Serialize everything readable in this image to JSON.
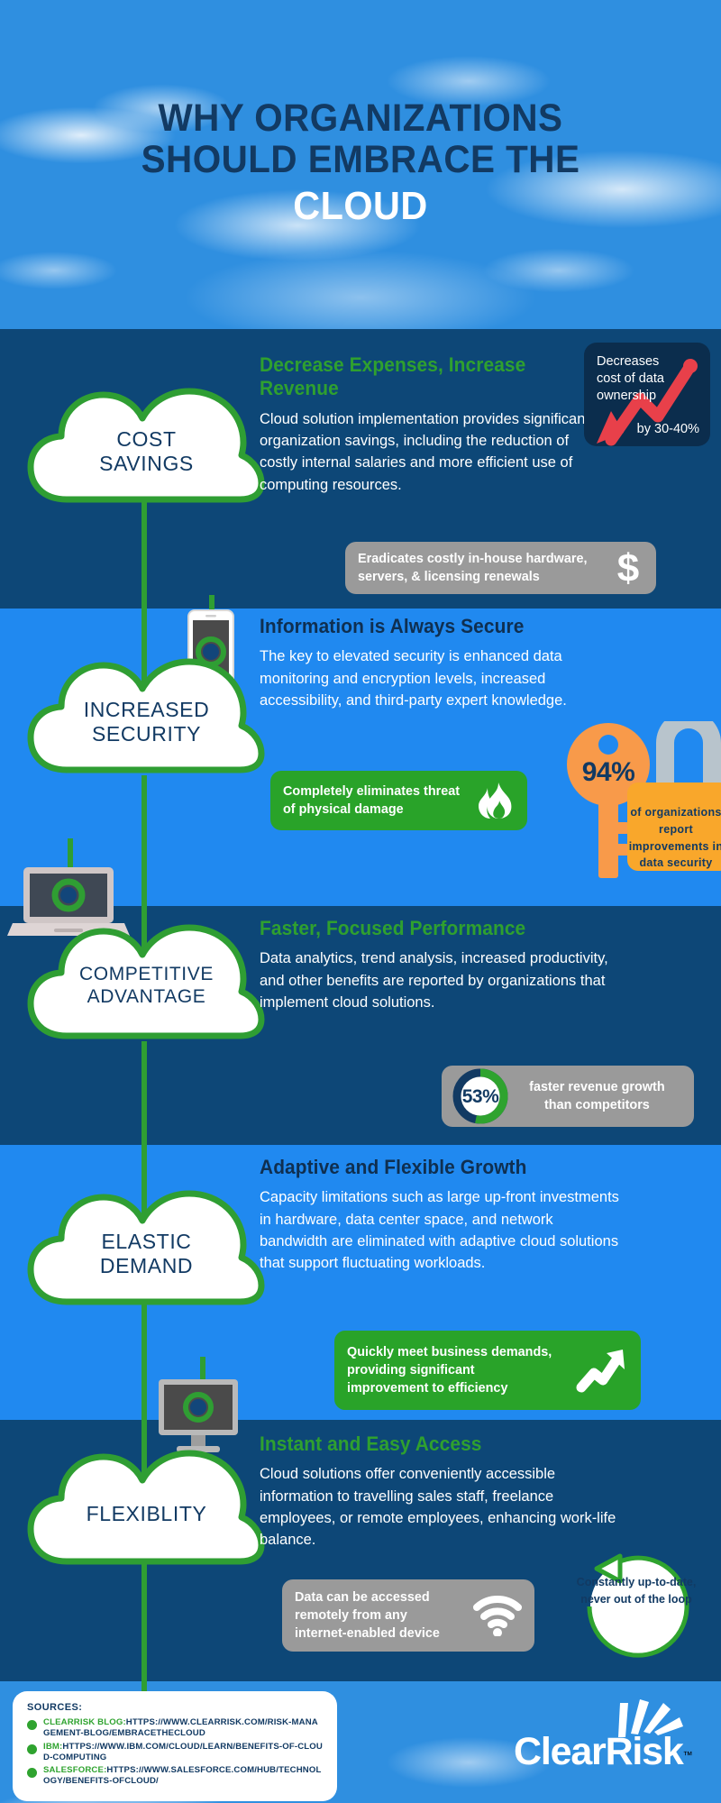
{
  "header": {
    "title_line1": "WHY ORGANIZATIONS",
    "title_line2": "SHOULD EMBRACE THE",
    "title_line3": "CLOUD"
  },
  "colors": {
    "navy": "#0d4777",
    "blue": "#2089f0",
    "green": "#2f9e33",
    "heading_green": "#2fa02f",
    "heading_navy": "#0f2f50",
    "gray_pill": "#9a9a9a",
    "green_pill": "#29a329",
    "orange": "#f7941e",
    "orange_light": "#f89a4a",
    "red": "#e8404a",
    "dark_box": "#0b2d4d"
  },
  "sections": [
    {
      "id": "cost-savings",
      "cloud_label_line1": "COST",
      "cloud_label_line2": "SAVINGS",
      "heading": "Decrease Expenses, Increase Revenue",
      "body": "Cloud solution implementation provides significant organization savings, including the reduction of costly internal salaries and more efficient use of computing resources.",
      "callout": {
        "text": "Eradicates costly in-house hardware, servers, & licensing renewals",
        "icon": "dollar-sign-icon",
        "style": "gray"
      },
      "stat_chart": {
        "top_text": "Decreases cost of data ownership",
        "bottom_text": "by 30-40%",
        "icon": "downward-zigzag-arrow-icon"
      }
    },
    {
      "id": "increased-security",
      "cloud_label_line1": "INCREASED",
      "cloud_label_line2": "SECURITY",
      "heading": "Information is Always Secure",
      "body": "The key to elevated security is enhanced data monitoring and encryption levels, increased accessibility, and third-party expert knowledge.",
      "callout": {
        "text": "Completely eliminates threat of physical damage",
        "icon": "flame-icon",
        "style": "green"
      },
      "keylock": {
        "percent": "94%",
        "text": "of organizations report improvements in data security",
        "icon": "key-padlock-icon"
      },
      "device_icon": "smartphone-icon"
    },
    {
      "id": "competitive-advantage",
      "cloud_label_line1": "COMPETITIVE",
      "cloud_label_line2": "ADVANTAGE",
      "heading": "Faster, Focused Performance",
      "body": "Data analytics, trend analysis, increased productivity, and other benefits are reported by organizations that implement cloud solutions.",
      "callout": {
        "text": "faster revenue growth than competitors",
        "style": "gray",
        "donut_value": "53%",
        "donut_percent": 53
      },
      "device_icon": "laptop-icon"
    },
    {
      "id": "elastic-demand",
      "cloud_label_line1": "ELASTIC",
      "cloud_label_line2": "DEMAND",
      "heading": "Adaptive and Flexible Growth",
      "body": "Capacity limitations such as large up-front investments in hardware, data center space, and network bandwidth are eliminated with adaptive cloud solutions that support fluctuating workloads.",
      "callout": {
        "text": "Quickly meet business demands, providing significant improvement to efficiency",
        "icon": "upward-zigzag-arrow-icon",
        "style": "green"
      },
      "device_icon": "desktop-monitor-icon"
    },
    {
      "id": "flexibility",
      "cloud_label_line1": "FLEXIBLITY",
      "cloud_label_line2": "",
      "heading": "Instant and Easy Access",
      "body": "Cloud solutions offer conveniently accessible information to travelling sales staff, freelance employees, or remote employees, enhancing work-life balance.",
      "callout": {
        "text": "Data can be accessed remotely from any internet-enabled device",
        "icon": "wifi-icon",
        "style": "gray"
      },
      "loop_bubble": {
        "text": "Constantly up-to-date, never out of the loop",
        "icon": "circular-refresh-arrow-icon"
      }
    }
  ],
  "footer": {
    "sources_title": "SOURCES:",
    "sources": [
      {
        "name": "CLEARRISK BLOG:",
        "url": "HTTPS://WWW.CLEARRISK.COM/RISK-MANAGEMENT-BLOG/EMBRACETHECLOUD"
      },
      {
        "name": "IBM:",
        "url": "HTTPS://WWW.IBM.COM/CLOUD/LEARN/BENEFITS-OF-CLOUD-COMPUTING"
      },
      {
        "name": "SALESFORCE:",
        "url": "HTTPS://WWW.SALESFORCE.COM/HUB/TECHNOLOGY/BENEFITS-OFCLOUD/"
      }
    ],
    "logo_text": "ClearRisk",
    "logo_tm": "™",
    "logo_icon": "clearrisk-burst-icon"
  }
}
